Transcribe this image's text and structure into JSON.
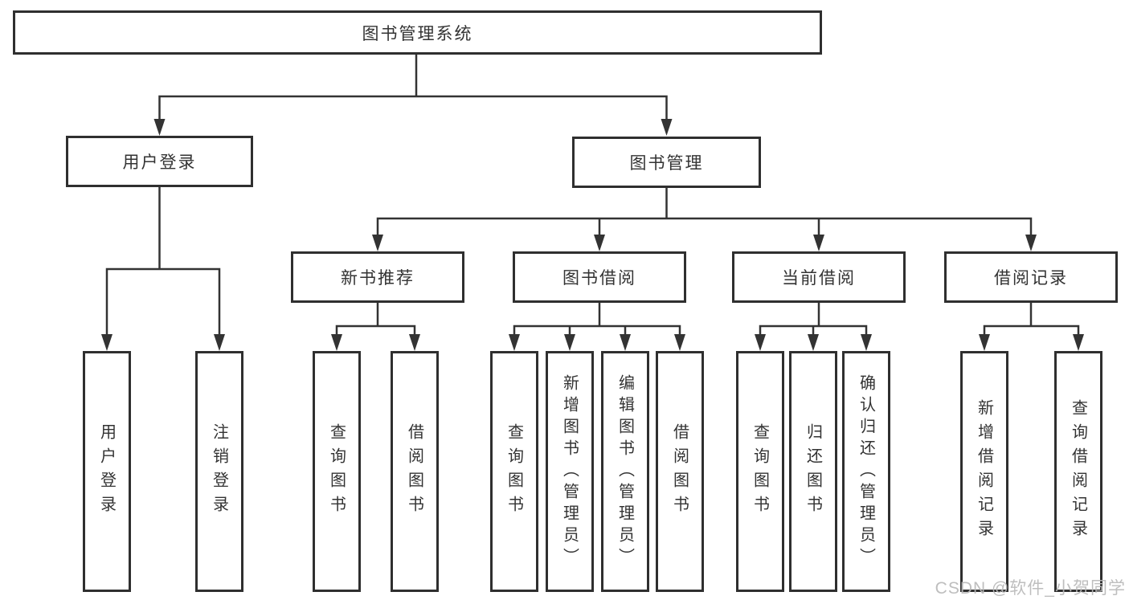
{
  "diagram": {
    "root": {
      "label": "图书管理系统"
    },
    "level2": [
      {
        "label": "用户登录",
        "children": [
          {
            "label": "用户登录"
          },
          {
            "label": "注销登录"
          }
        ]
      },
      {
        "label": "图书管理",
        "children": [
          {
            "label": "新书推荐",
            "children": [
              {
                "label": "查询图书"
              },
              {
                "label": "借阅图书"
              }
            ]
          },
          {
            "label": "图书借阅",
            "children": [
              {
                "label": "查询图书"
              },
              {
                "label": "新增图书（管理员）"
              },
              {
                "label": "编辑图书（管理员）"
              },
              {
                "label": "借阅图书"
              }
            ]
          },
          {
            "label": "当前借阅",
            "children": [
              {
                "label": "查询图书"
              },
              {
                "label": "归还图书"
              },
              {
                "label": "确认归还（管理员）"
              }
            ]
          },
          {
            "label": "借阅记录",
            "children": [
              {
                "label": "新增借阅记录"
              },
              {
                "label": "查询借阅记录"
              }
            ]
          }
        ]
      }
    ]
  },
  "watermark": {
    "text": "CSDN @软件_小贺同学"
  },
  "colors": {
    "line": "#333333",
    "border": "#2f2f2f",
    "text": "#333333",
    "background": "#ffffff",
    "watermark": "#b9b9b9"
  }
}
